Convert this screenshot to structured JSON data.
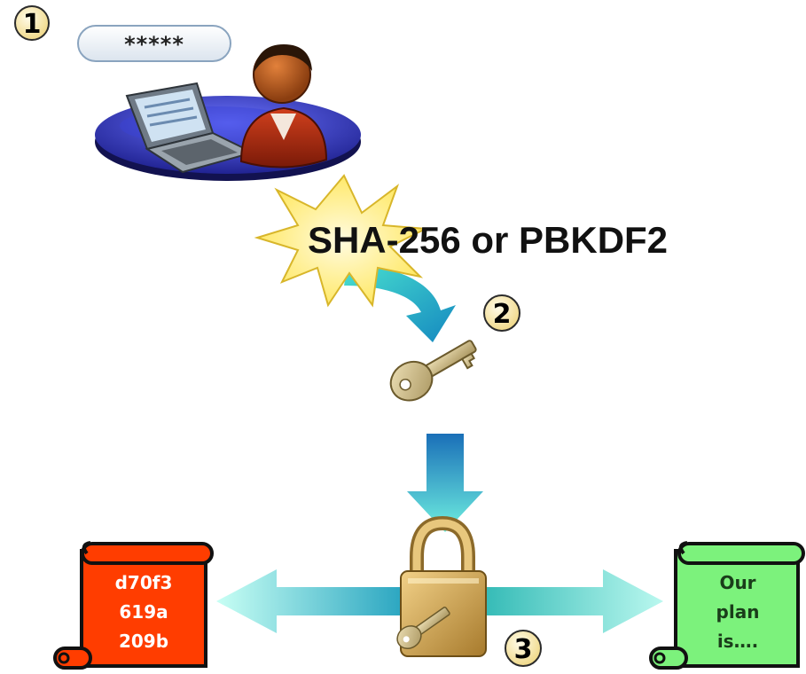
{
  "steps": {
    "one": "1",
    "two": "2",
    "three": "3"
  },
  "password_field": {
    "masked_value": "*****"
  },
  "hash_burst": {
    "label": "SHA-256 or PBKDF2"
  },
  "ciphertext_scroll": {
    "lines": [
      "d70f3",
      "619a",
      "209b"
    ]
  },
  "plaintext_scroll": {
    "lines": [
      "Our",
      "plan",
      "is…."
    ]
  },
  "colors": {
    "ciphertext": "#ff3d00",
    "plaintext": "#7cf27c",
    "arrow_teal": "#2cc6b6",
    "arrow_blue": "#1c7fbf",
    "burst": "#fff07a",
    "platform": "#2a2fb5",
    "key": "#cdb886",
    "lock": "#c9a04f"
  },
  "icons": [
    "user-at-laptop-icon",
    "key-icon",
    "padlock-icon",
    "starburst-icon",
    "arrow-icon",
    "scroll-icon"
  ]
}
